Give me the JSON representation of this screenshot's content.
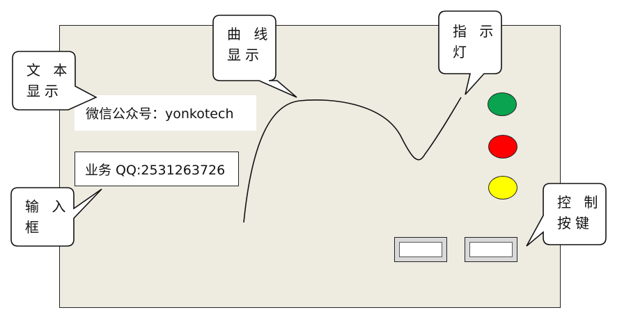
{
  "panel": {
    "background": "#eeebe1"
  },
  "text_display": {
    "value": "微信公众号：yonkotech"
  },
  "input_box": {
    "value": "业务 QQ:2531263726"
  },
  "indicator_lights": [
    {
      "color": "#0aa34f"
    },
    {
      "color": "#ff0000"
    },
    {
      "color": "#ffff00"
    }
  ],
  "callouts": {
    "text_display_label": {
      "line1": "文 本",
      "line2": "显示"
    },
    "curve_display_label": {
      "line1": "曲 线",
      "line2": "显示"
    },
    "indicator_label": {
      "line1": "指 示",
      "line2": "灯"
    },
    "input_label": {
      "line1": "输 入",
      "line2": "框"
    },
    "control_button_label": {
      "line1": "控 制",
      "line2": "按键"
    }
  }
}
